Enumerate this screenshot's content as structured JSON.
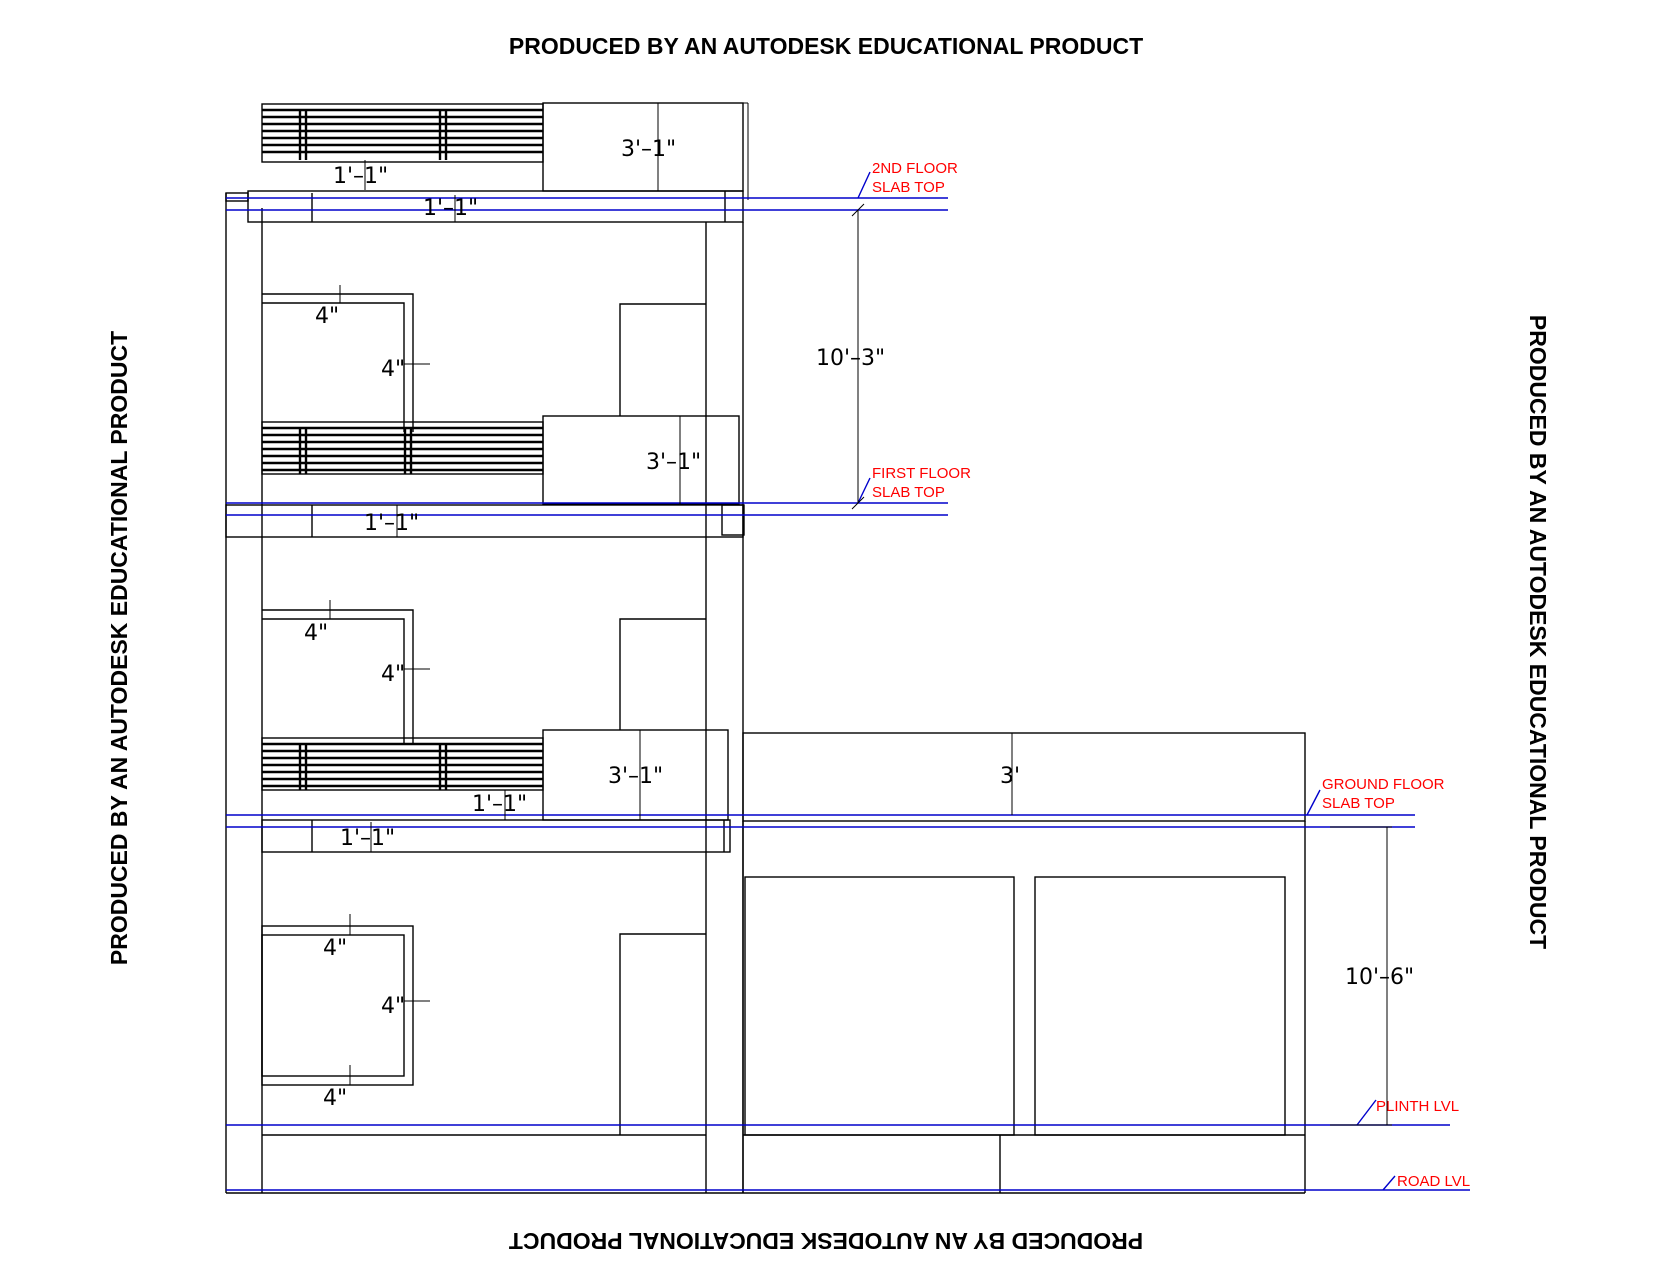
{
  "watermark": "PRODUCED BY AN AUTODESK EDUCATIONAL PRODUCT",
  "levels": {
    "second_floor": [
      "2ND   FLOOR",
      "SLAB TOP"
    ],
    "first_floor": [
      "FIRST  FLOOR",
      "SLAB TOP"
    ],
    "ground_floor": [
      "GROUND FLOOR",
      "SLAB TOP"
    ],
    "plinth": "PLINTH LVL",
    "road": "ROAD LVL"
  },
  "dimensions": {
    "parapet_top": "3'–1\"",
    "parapet_first": "3'–1\"",
    "parapet_ground": "3'–1\"",
    "parapet_right": "3'",
    "floor_height_upper": "10'–3\"",
    "floor_height_ground": "10'–6\"",
    "beam_top_a": "1'–1\"",
    "beam_top_b": "1'–1\"",
    "beam_first": "1'–1\"",
    "beam_ground_a": "1'–1\"",
    "beam_ground_b": "1'–1\"",
    "frame_top_1": "4\"",
    "frame_top_2": "4\"",
    "frame_mid_1": "4\"",
    "frame_mid_2": "4\"",
    "frame_low_1": "4\"",
    "frame_low_2": "4\"",
    "frame_low_3": "4\""
  },
  "colors": {
    "level_line": "#0000cc",
    "level_text": "#ff0000",
    "linework": "#000000"
  }
}
